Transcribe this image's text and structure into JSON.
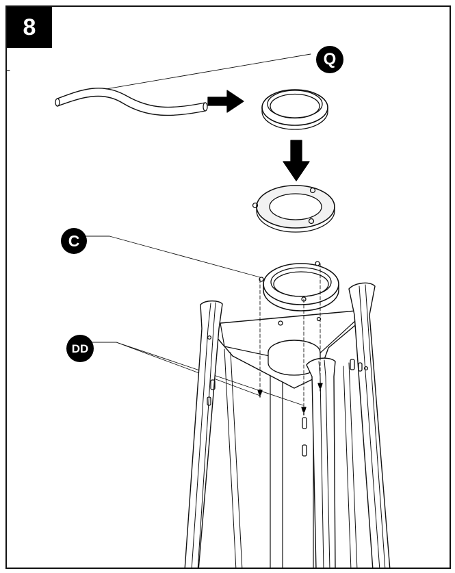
{
  "step": {
    "number": "8"
  },
  "callouts": {
    "q": "Q",
    "c": "C",
    "dd": "DD"
  },
  "colors": {
    "ink": "#111111",
    "paper": "#ffffff",
    "shade": "#e6e6e6"
  }
}
